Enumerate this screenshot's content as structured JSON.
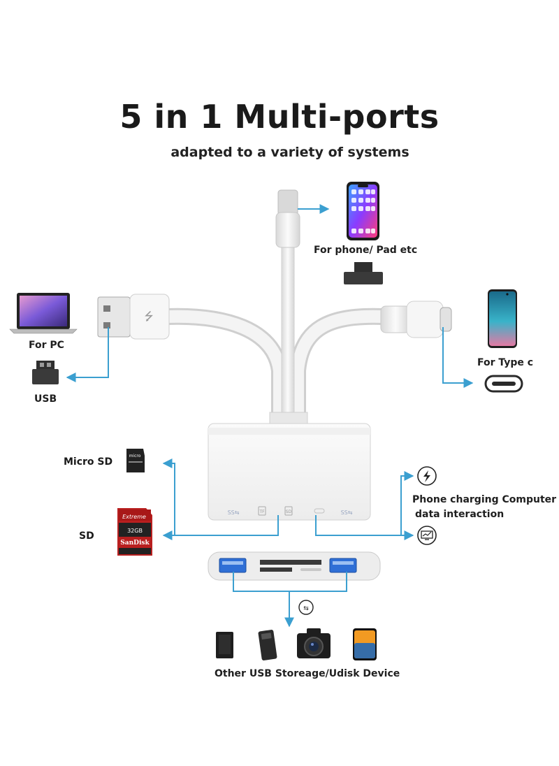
{
  "header": {
    "title": "5 in 1 Multi-ports",
    "subtitle": "adapted to a variety of systems"
  },
  "labels": {
    "phone_pad": "For  phone/ Pad etc",
    "for_pc": "For PC",
    "usb": "USB",
    "type_c": "For Type c",
    "micro_sd": "Micro SD",
    "sd": "SD",
    "charging_line1": "Phone charging Computer",
    "charging_line2": "data interaction",
    "other_devices": "Other USB Storeage/Udisk Device"
  },
  "hub_port_marks": {
    "left_usb": "SS⇆",
    "tf": "TF",
    "sd": "SD",
    "right_usb": "SS⇆"
  },
  "sd_card": {
    "brand_top": "Extreme",
    "capacity": "32GB",
    "brand_bottom": "SanDisk"
  },
  "colors": {
    "arrow": "#3b9fd0",
    "cable": "#e9e9e9",
    "port_blue": "#2f6fd6"
  },
  "icons": [
    "laptop-icon",
    "usb-a-port-icon",
    "iphone-icon",
    "lightning-port-icon",
    "android-phone-icon",
    "usb-c-port-icon",
    "microsd-card-icon",
    "sd-card-icon",
    "lightning-bolt-icon",
    "monitor-chart-icon",
    "usb-symbol-icon",
    "hard-drive-icon",
    "portable-ssd-icon",
    "camera-icon",
    "huawei-phone-icon"
  ]
}
